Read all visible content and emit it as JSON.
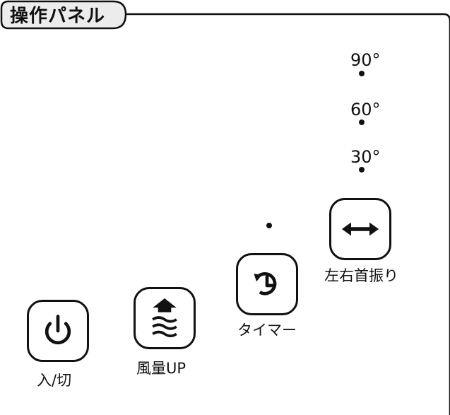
{
  "panel": {
    "title": "操作パネル"
  },
  "angles": [
    {
      "label": "90°"
    },
    {
      "label": "60°"
    },
    {
      "label": "30°"
    }
  ],
  "buttons": {
    "power": {
      "label": "入/切",
      "icon": "power-icon"
    },
    "fan_up": {
      "label": "風量UP",
      "icon": "fan-up-icon"
    },
    "timer": {
      "label": "タイマー",
      "icon": "timer-icon"
    },
    "swing": {
      "label": "左右首振り",
      "icon": "swing-icon"
    }
  },
  "colors": {
    "line": "#111111",
    "background": "#ffffff"
  }
}
